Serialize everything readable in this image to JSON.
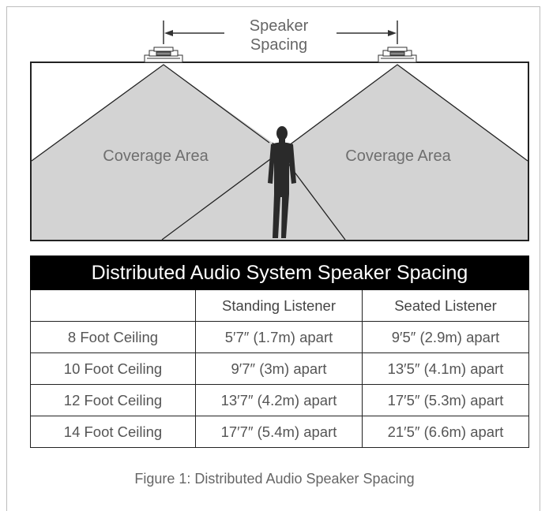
{
  "diagram": {
    "spacing_label_line1": "Speaker",
    "spacing_label_line2": "Spacing",
    "coverage_label_left": "Coverage Area",
    "coverage_label_right": "Coverage Area"
  },
  "table": {
    "title": "Distributed Audio System Speaker Spacing",
    "columns": [
      "",
      "Standing Listener",
      "Seated Listener"
    ],
    "rows": [
      [
        "8 Foot Ceiling",
        "5′7″ (1.7m) apart",
        "9′5″ (2.9m) apart"
      ],
      [
        "10 Foot Ceiling",
        "9′7″ (3m) apart",
        "13′5″ (4.1m) apart"
      ],
      [
        "12 Foot Ceiling",
        "13′7″ (4.2m) apart",
        "17′5″ (5.3m) apart"
      ],
      [
        "14 Foot Ceiling",
        "17′7″ (5.4m) apart",
        "21′5″ (6.6m) apart"
      ]
    ]
  },
  "caption": "Figure 1: Distributed Audio Speaker Spacing"
}
